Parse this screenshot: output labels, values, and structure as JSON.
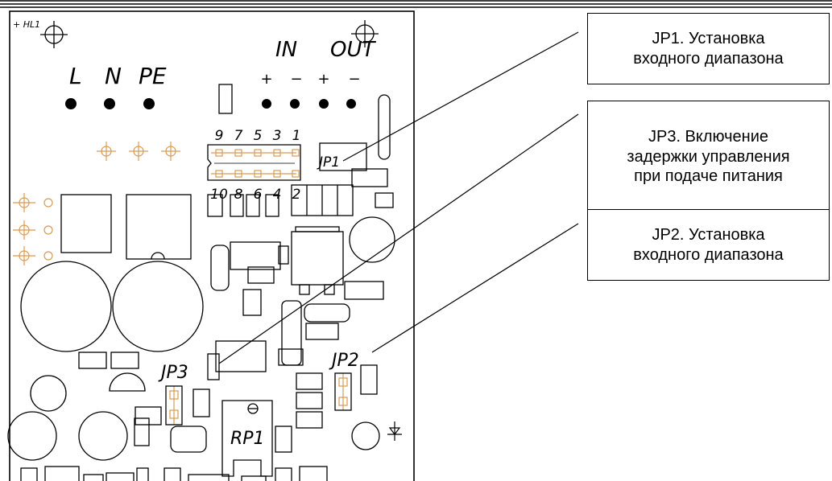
{
  "board": {
    "hl1": "+ HL1",
    "terminals_ac": [
      "L",
      "N",
      "PE"
    ],
    "terminals_signal_groups": [
      "IN",
      "OUT"
    ],
    "polarity": [
      "+",
      "−",
      "+",
      "−"
    ],
    "jp1_pins_top": [
      "9",
      "7",
      "5",
      "3",
      "1"
    ],
    "jp1_pins_bottom": [
      "10",
      "8",
      "6",
      "4",
      "2"
    ],
    "jp1": "JP1",
    "jp2": "JP2",
    "jp3": "JP3",
    "rp1": "RP1"
  },
  "callouts": [
    {
      "text": "JP1. Установка\nвходного диапазона"
    },
    {
      "text": "JP3. Включение\nзадержки управления\nпри подаче питания"
    },
    {
      "text": "JP2. Установка\nвходного диапазона"
    }
  ],
  "colors": {
    "pad": "#d89a55",
    "line": "#000000"
  }
}
